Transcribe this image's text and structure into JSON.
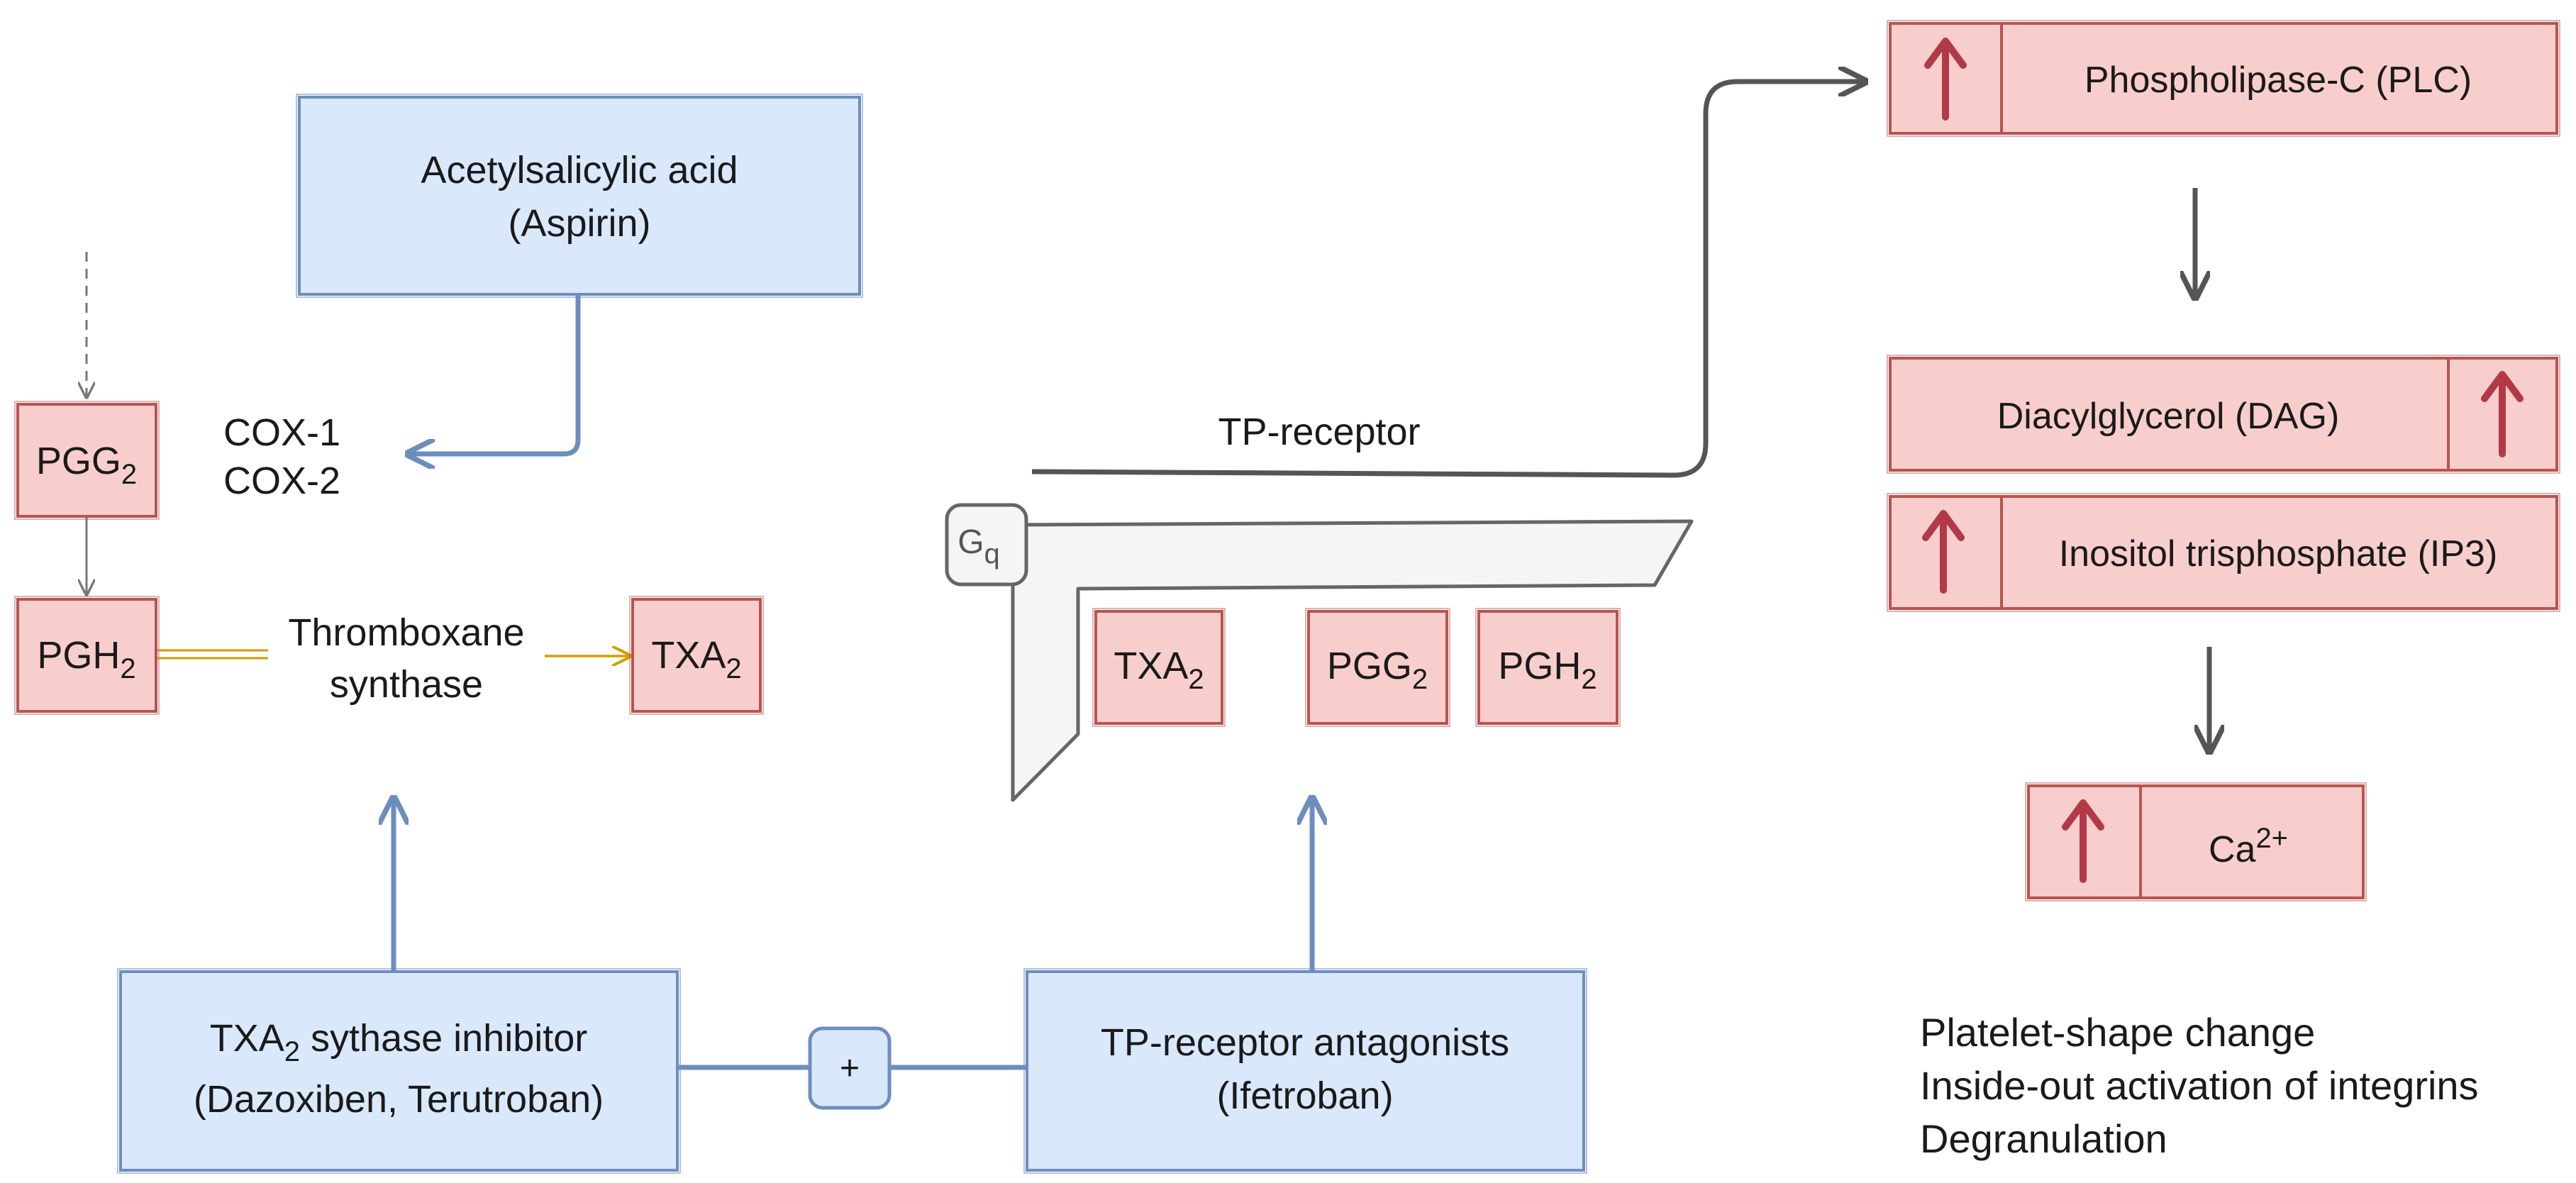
{
  "aspirin": {
    "line1": "Acetylsalicylic acid",
    "line2": "(Aspirin)"
  },
  "cox": {
    "line1": "COX-1",
    "line2": "COX-2"
  },
  "left_pathway": {
    "pgg2": {
      "base": "PGG",
      "sub": "2"
    },
    "pgh2": {
      "base": "PGH",
      "sub": "2"
    },
    "enzyme": {
      "line1": "Thromboxane",
      "line2": "synthase"
    },
    "txa2": {
      "base": "TXA",
      "sub": "2"
    }
  },
  "receptor": {
    "label": "TP-receptor",
    "gq": {
      "base": "G",
      "sub": "q"
    },
    "ligands": [
      {
        "base": "TXA",
        "sub": "2"
      },
      {
        "base": "PGG",
        "sub": "2"
      },
      {
        "base": "PGH",
        "sub": "2"
      }
    ]
  },
  "signaling": {
    "plc": "Phospholipase-C (PLC)",
    "dag": "Diacylglycerol (DAG)",
    "ip3": "Inositol trisphosphate (IP3)",
    "ca": {
      "base": "Ca",
      "sup": "2+"
    }
  },
  "outcomes": [
    "Platelet-shape change",
    "Inside-out activation of integrins",
    "Degranulation"
  ],
  "inhibitors": {
    "txa2_inhibitor": {
      "pre": "TXA",
      "sub": "2",
      "post": " sythase inhibitor",
      "line2": "(Dazoxiben, Terutroban)"
    },
    "combine": "+",
    "tp_antagonist": {
      "line1": "TP-receptor antagonists",
      "line2": "(Ifetroban)"
    }
  },
  "colors": {
    "blue_fill": "#dae8fc",
    "blue_stroke": "#6c8ebf",
    "red_fill": "#f8cecc",
    "red_stroke": "#b85450",
    "up_arrow": "#b23a48",
    "gray_arrow": "#555555",
    "orange_arrow": "#d79b00",
    "receptor_fill": "#f5f5f5",
    "receptor_stroke": "#666666"
  }
}
